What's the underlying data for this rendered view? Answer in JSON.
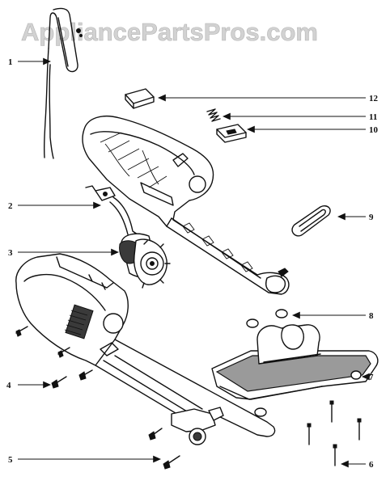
{
  "watermark": {
    "text": "AppliancePartsPros.com"
  },
  "callouts": [
    {
      "id": "1",
      "label": "1"
    },
    {
      "id": "2",
      "label": "2"
    },
    {
      "id": "3",
      "label": "3"
    },
    {
      "id": "4",
      "label": "4"
    },
    {
      "id": "5",
      "label": "5"
    },
    {
      "id": "6",
      "label": "6"
    },
    {
      "id": "7",
      "label": "7"
    },
    {
      "id": "8",
      "label": "8"
    },
    {
      "id": "9",
      "label": "9"
    },
    {
      "id": "10",
      "label": "10"
    },
    {
      "id": "11",
      "label": "11"
    },
    {
      "id": "12",
      "label": "12"
    }
  ],
  "colors": {
    "ink": "#111111",
    "watermark": "#d2d2d2",
    "shade": "#9a9a9a"
  }
}
